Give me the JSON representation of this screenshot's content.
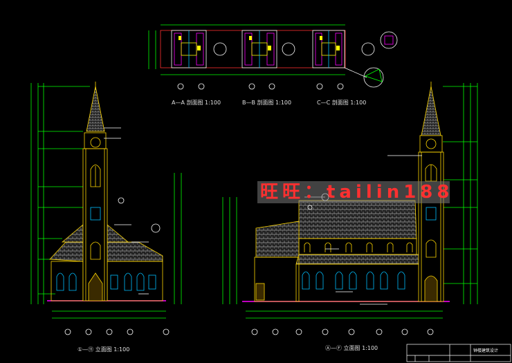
{
  "sections": {
    "a": "A—A 剖面图 1:100",
    "b": "B—B 剖面图 1:100",
    "c": "C—C 剖面图 1:100"
  },
  "elevations": {
    "left_title": "①—⑪ 立面图 1:100",
    "right_title": "Ⓐ—Ⓕ 立面图 1:100"
  },
  "watermark": "旺旺：tailin188",
  "title_block": {
    "name": "钟楼建筑设计"
  },
  "colors": {
    "background": "#000000",
    "dimension": "#00ff00",
    "outline": "#ffd700",
    "roof": "#b0b0b0",
    "window": "#00bfff",
    "ground": "#ff00ff"
  }
}
